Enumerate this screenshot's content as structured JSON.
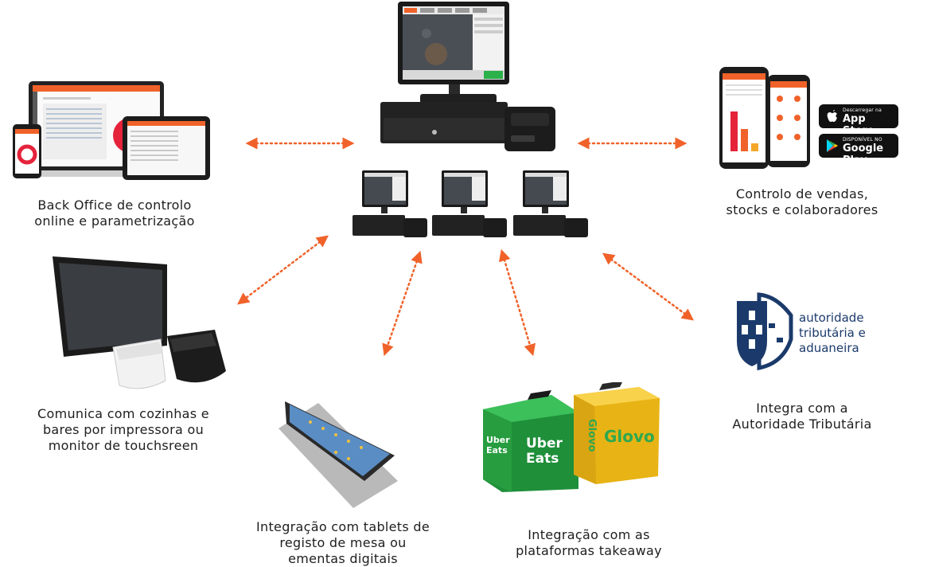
{
  "colors": {
    "accent": "#f0622a",
    "navy": "#1b3a6b",
    "ubergreen": "#2fb14a",
    "glovoyellow": "#f4c21c"
  },
  "captions": {
    "backoffice": [
      "Back Office de controlo",
      "online e parametrização"
    ],
    "sales": [
      "Controlo de vendas,",
      "stocks e colaboradores"
    ],
    "kitchen": [
      "Comunica com cozinhas e",
      "bares por impressora ou",
      "monitor de touchsreen"
    ],
    "tablets": [
      "Integração com tablets de",
      "registo de mesa ou",
      "ementas digitais"
    ],
    "takeaway": [
      "Integração com as",
      "plataformas takeaway"
    ],
    "tax": [
      "Integra com a",
      "Autoridade Tributária"
    ]
  },
  "badges": {
    "appstore": {
      "small": "Descarregar na",
      "big": "App Store",
      "icon": "apple-icon"
    },
    "googleplay": {
      "small": "DISPONÍVEL NO",
      "big": "Google Play",
      "icon": "play-icon"
    }
  },
  "tax_logo": {
    "lines": [
      "autoridade",
      "tributária e",
      "aduaneira"
    ]
  },
  "brands": {
    "uber": [
      "Uber",
      "Eats"
    ],
    "uber_side": [
      "Uber",
      "Eats"
    ],
    "glovo": "Glovo",
    "glovo_side": "Glovo"
  }
}
